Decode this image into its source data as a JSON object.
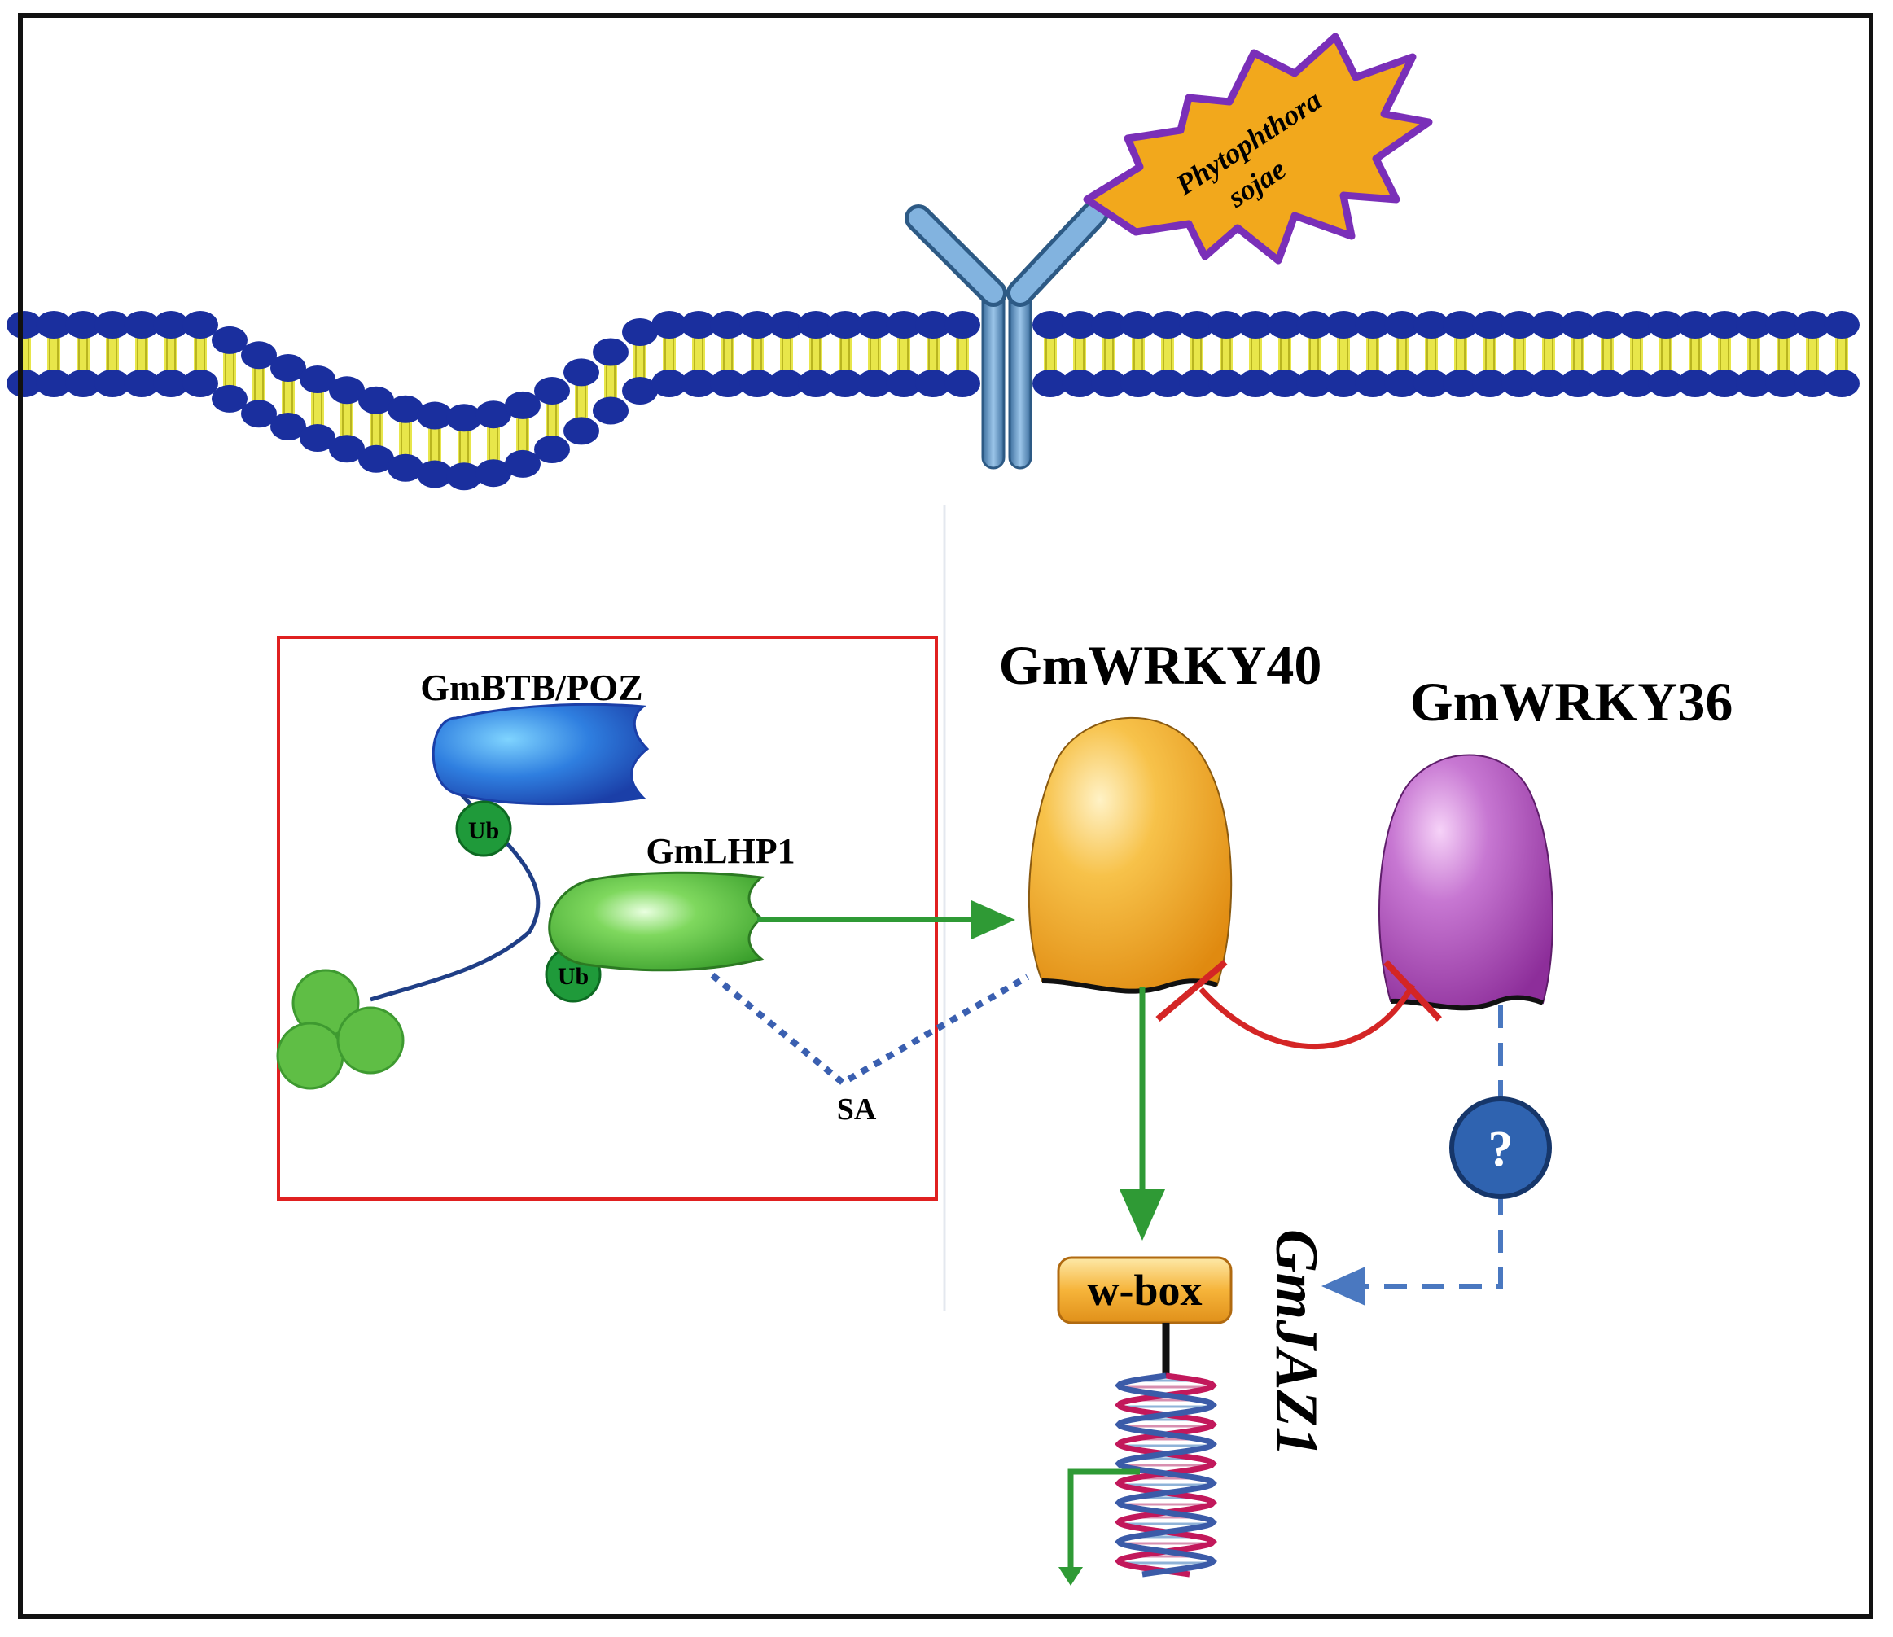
{
  "pathogen": {
    "line1": "Phytophthora",
    "line2": "sojae"
  },
  "proteins": {
    "btb": "GmBTB/POZ",
    "lhp1": "GmLHP1",
    "wrky40": "GmWRKY40",
    "wrky36": "GmWRKY36"
  },
  "ub_tags": [
    "Ub",
    "Ub"
  ],
  "sa_label": "SA",
  "unknown_marker": "?",
  "wbox_label": "w-box",
  "gene_label": "GmJAZ1",
  "colors": {
    "membrane_head": "#1a2f9e",
    "membrane_tail": "#e8e64a",
    "receptor": "#6ea0cf",
    "pathogen_fill": "#f2a81c",
    "pathogen_stroke": "#7a2fb8",
    "btb": "#2f6fd6",
    "lhp1": "#4cbf3a",
    "ub": "#1f9a3a",
    "wrky40": "#f5b12e",
    "wrky36": "#b55cc4",
    "activation_arrow": "#2f9a35",
    "inhibition": "#d42525",
    "dotted": "#3a5fb0",
    "dashed": "#4a78c0",
    "red_box": "#e02020"
  }
}
